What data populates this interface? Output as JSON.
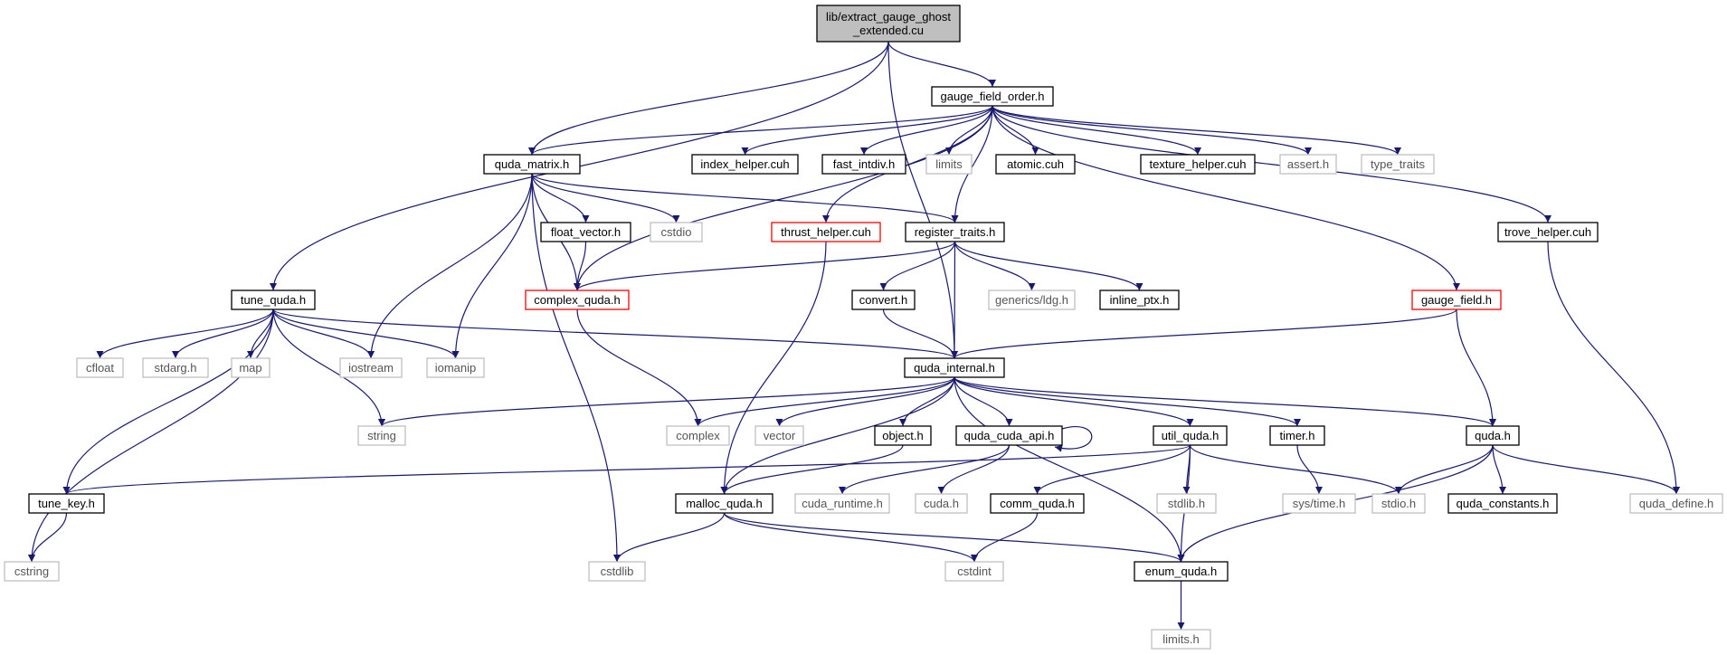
{
  "colors": {
    "edge": "#191970",
    "box_default": "#000000",
    "box_truncated": "#ff0000",
    "box_system": "#bfbfbf",
    "root_fill": "#bfbfbf"
  },
  "nodes": {
    "root": {
      "lines": [
        "lib/extract_gauge_ghost",
        "_extended.cu"
      ],
      "kind": "root"
    },
    "gauge_field_order": {
      "label": "gauge_field_order.h",
      "kind": "default"
    },
    "quda_matrix": {
      "label": "quda_matrix.h",
      "kind": "default"
    },
    "index_helper": {
      "label": "index_helper.cuh",
      "kind": "default"
    },
    "fast_intdiv": {
      "label": "fast_intdiv.h",
      "kind": "default"
    },
    "limits": {
      "label": "limits",
      "kind": "system"
    },
    "atomic": {
      "label": "atomic.cuh",
      "kind": "default"
    },
    "texture_helper": {
      "label": "texture_helper.cuh",
      "kind": "default"
    },
    "assert": {
      "label": "assert.h",
      "kind": "system"
    },
    "type_traits": {
      "label": "type_traits",
      "kind": "system"
    },
    "float_vector": {
      "label": "float_vector.h",
      "kind": "default"
    },
    "cstdio": {
      "label": "cstdio",
      "kind": "system"
    },
    "thrust_helper": {
      "label": "thrust_helper.cuh",
      "kind": "truncated"
    },
    "register_traits": {
      "label": "register_traits.h",
      "kind": "default"
    },
    "trove_helper": {
      "label": "trove_helper.cuh",
      "kind": "default"
    },
    "tune_quda": {
      "label": "tune_quda.h",
      "kind": "default"
    },
    "complex_quda": {
      "label": "complex_quda.h",
      "kind": "truncated"
    },
    "convert": {
      "label": "convert.h",
      "kind": "default"
    },
    "generics_ldg": {
      "label": "generics/ldg.h",
      "kind": "system"
    },
    "inline_ptx": {
      "label": "inline_ptx.h",
      "kind": "default"
    },
    "gauge_field": {
      "label": "gauge_field.h",
      "kind": "truncated"
    },
    "cfloat": {
      "label": "cfloat",
      "kind": "system"
    },
    "stdarg": {
      "label": "stdarg.h",
      "kind": "system"
    },
    "map": {
      "label": "map",
      "kind": "system"
    },
    "iostream": {
      "label": "iostream",
      "kind": "system"
    },
    "iomanip": {
      "label": "iomanip",
      "kind": "system"
    },
    "quda_internal": {
      "label": "quda_internal.h",
      "kind": "default"
    },
    "string": {
      "label": "string",
      "kind": "system"
    },
    "complex": {
      "label": "complex",
      "kind": "system"
    },
    "vector": {
      "label": "vector",
      "kind": "system"
    },
    "object": {
      "label": "object.h",
      "kind": "default"
    },
    "quda_cuda_api": {
      "label": "quda_cuda_api.h",
      "kind": "default"
    },
    "util_quda": {
      "label": "util_quda.h",
      "kind": "default"
    },
    "timer": {
      "label": "timer.h",
      "kind": "default"
    },
    "quda": {
      "label": "quda.h",
      "kind": "default"
    },
    "tune_key": {
      "label": "tune_key.h",
      "kind": "default"
    },
    "malloc_quda": {
      "label": "malloc_quda.h",
      "kind": "default"
    },
    "cuda_runtime": {
      "label": "cuda_runtime.h",
      "kind": "system"
    },
    "cuda": {
      "label": "cuda.h",
      "kind": "system"
    },
    "comm_quda": {
      "label": "comm_quda.h",
      "kind": "default"
    },
    "stdlib": {
      "label": "stdlib.h",
      "kind": "system"
    },
    "sys_time": {
      "label": "sys/time.h",
      "kind": "system"
    },
    "stdio": {
      "label": "stdio.h",
      "kind": "system"
    },
    "quda_constants": {
      "label": "quda_constants.h",
      "kind": "default"
    },
    "quda_define": {
      "label": "quda_define.h",
      "kind": "system"
    },
    "cstring": {
      "label": "cstring",
      "kind": "system"
    },
    "cstdlib": {
      "label": "cstdlib",
      "kind": "system"
    },
    "cstdint": {
      "label": "cstdint",
      "kind": "system"
    },
    "enum_quda": {
      "label": "enum_quda.h",
      "kind": "default"
    },
    "limits_h": {
      "label": "limits.h",
      "kind": "system"
    }
  },
  "edges": [
    [
      "root",
      "gauge_field_order"
    ],
    [
      "root",
      "quda_matrix"
    ],
    [
      "root",
      "tune_quda"
    ],
    [
      "root",
      "quda_internal"
    ],
    [
      "gauge_field_order",
      "quda_matrix"
    ],
    [
      "gauge_field_order",
      "index_helper"
    ],
    [
      "gauge_field_order",
      "fast_intdiv"
    ],
    [
      "gauge_field_order",
      "limits"
    ],
    [
      "gauge_field_order",
      "atomic"
    ],
    [
      "gauge_field_order",
      "texture_helper"
    ],
    [
      "gauge_field_order",
      "assert"
    ],
    [
      "gauge_field_order",
      "type_traits"
    ],
    [
      "gauge_field_order",
      "thrust_helper"
    ],
    [
      "gauge_field_order",
      "register_traits"
    ],
    [
      "gauge_field_order",
      "trove_helper"
    ],
    [
      "gauge_field_order",
      "complex_quda"
    ],
    [
      "gauge_field_order",
      "gauge_field"
    ],
    [
      "quda_matrix",
      "float_vector"
    ],
    [
      "quda_matrix",
      "cstdio"
    ],
    [
      "quda_matrix",
      "register_traits"
    ],
    [
      "quda_matrix",
      "complex_quda"
    ],
    [
      "quda_matrix",
      "iostream"
    ],
    [
      "quda_matrix",
      "iomanip"
    ],
    [
      "quda_matrix",
      "cstdlib"
    ],
    [
      "float_vector",
      "complex_quda"
    ],
    [
      "thrust_helper",
      "malloc_quda"
    ],
    [
      "register_traits",
      "complex_quda"
    ],
    [
      "register_traits",
      "convert"
    ],
    [
      "register_traits",
      "generics_ldg"
    ],
    [
      "register_traits",
      "inline_ptx"
    ],
    [
      "register_traits",
      "quda_internal"
    ],
    [
      "trove_helper",
      "quda_define"
    ],
    [
      "tune_quda",
      "cfloat"
    ],
    [
      "tune_quda",
      "stdarg"
    ],
    [
      "tune_quda",
      "map"
    ],
    [
      "tune_quda",
      "iostream"
    ],
    [
      "tune_quda",
      "iomanip"
    ],
    [
      "tune_quda",
      "string"
    ],
    [
      "tune_quda",
      "quda_internal"
    ],
    [
      "tune_quda",
      "tune_key"
    ],
    [
      "tune_quda",
      "cstring"
    ],
    [
      "complex_quda",
      "complex"
    ],
    [
      "convert",
      "quda_internal"
    ],
    [
      "gauge_field",
      "quda_internal"
    ],
    [
      "gauge_field",
      "quda"
    ],
    [
      "quda_internal",
      "string"
    ],
    [
      "quda_internal",
      "complex"
    ],
    [
      "quda_internal",
      "vector"
    ],
    [
      "quda_internal",
      "object"
    ],
    [
      "quda_internal",
      "quda_cuda_api"
    ],
    [
      "quda_internal",
      "util_quda"
    ],
    [
      "quda_internal",
      "timer"
    ],
    [
      "quda_internal",
      "quda"
    ],
    [
      "quda_internal",
      "malloc_quda"
    ],
    [
      "quda_internal",
      "enum_quda"
    ],
    [
      "object",
      "malloc_quda"
    ],
    [
      "quda_cuda_api",
      "quda_cuda_api"
    ],
    [
      "quda_cuda_api",
      "cuda_runtime"
    ],
    [
      "quda_cuda_api",
      "cuda"
    ],
    [
      "util_quda",
      "tune_key"
    ],
    [
      "util_quda",
      "comm_quda"
    ],
    [
      "util_quda",
      "stdlib"
    ],
    [
      "util_quda",
      "stdio"
    ],
    [
      "util_quda",
      "enum_quda"
    ],
    [
      "timer",
      "sys_time"
    ],
    [
      "quda",
      "stdio"
    ],
    [
      "quda",
      "quda_constants"
    ],
    [
      "quda",
      "quda_define"
    ],
    [
      "quda",
      "enum_quda"
    ],
    [
      "tune_key",
      "cstring"
    ],
    [
      "malloc_quda",
      "cstdlib"
    ],
    [
      "malloc_quda",
      "cstdint"
    ],
    [
      "malloc_quda",
      "enum_quda"
    ],
    [
      "comm_quda",
      "cstdint"
    ],
    [
      "enum_quda",
      "limits_h"
    ]
  ]
}
